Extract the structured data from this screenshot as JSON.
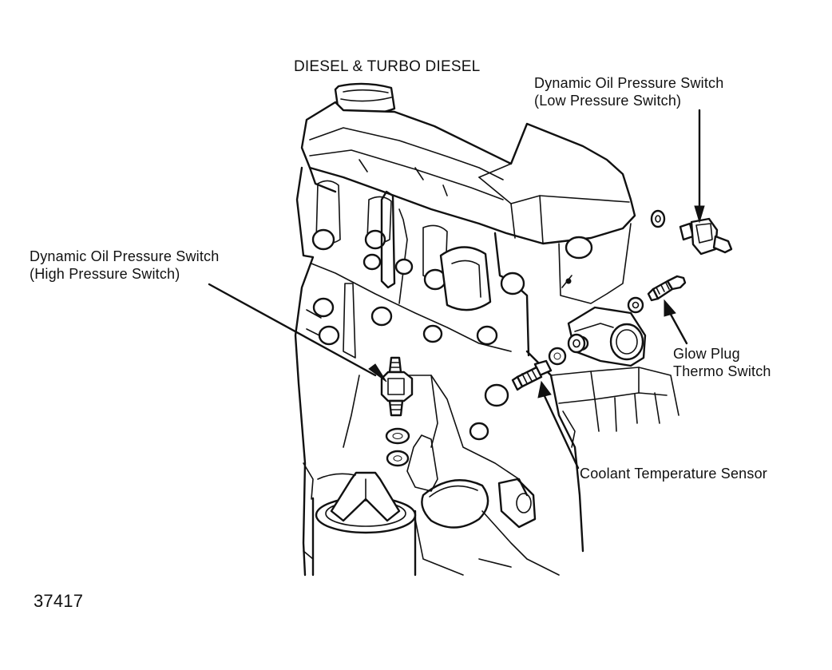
{
  "diagram": {
    "title": "DIESEL & TURBO DIESEL",
    "figure_number": "37417",
    "labels": {
      "low_pressure": {
        "line1": "Dynamic Oil Pressure Switch",
        "line2": "(Low Pressure Switch)"
      },
      "high_pressure": {
        "line1": "Dynamic Oil Pressure Switch",
        "line2": "(High Pressure Switch)"
      },
      "glow_plug": {
        "line1": "Glow Plug",
        "line2": "Thermo Switch"
      },
      "coolant": {
        "line1": "Coolant Temperature Sensor"
      }
    },
    "colors": {
      "ink": "#111111",
      "paper": "#ffffff"
    }
  }
}
